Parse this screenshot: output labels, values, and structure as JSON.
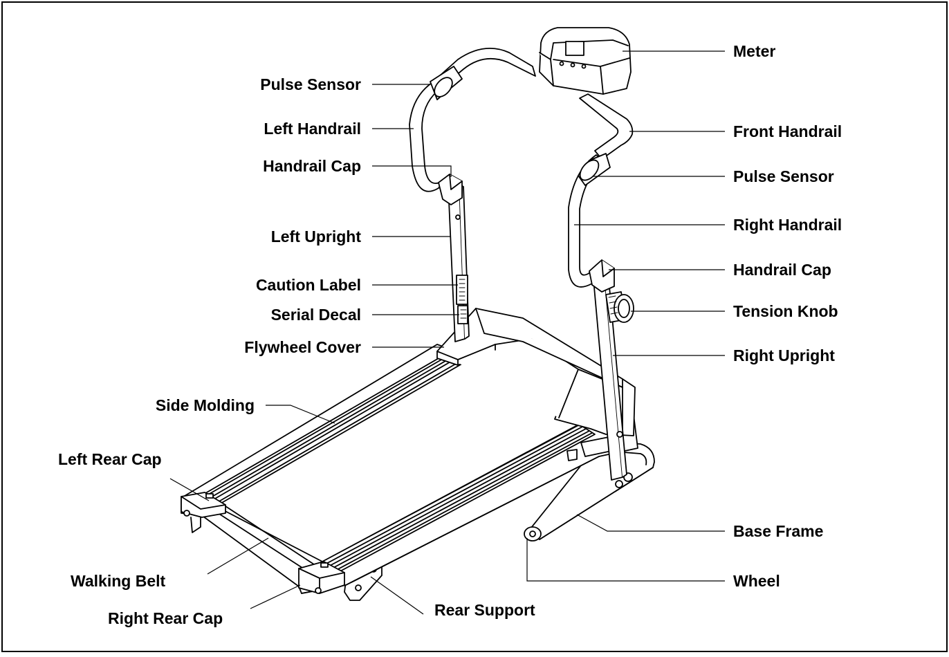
{
  "colors": {
    "line": "#000000",
    "background": "#ffffff"
  },
  "labels": {
    "pulse_sensor_left": "Pulse Sensor",
    "left_handrail": "Left Handrail",
    "handrail_cap_left": "Handrail Cap",
    "left_upright": "Left Upright",
    "caution_label": "Caution Label",
    "serial_decal": "Serial Decal",
    "flywheel_cover": "Flywheel Cover",
    "side_molding": "Side Molding",
    "left_rear_cap": "Left Rear Cap",
    "walking_belt": "Walking Belt",
    "right_rear_cap": "Right Rear Cap",
    "rear_support": "Rear Support",
    "meter": "Meter",
    "front_handrail": "Front Handrail",
    "pulse_sensor_right": "Pulse Sensor",
    "right_handrail": "Right Handrail",
    "handrail_cap_right": "Handrail Cap",
    "tension_knob": "Tension Knob",
    "right_upright": "Right Upright",
    "base_frame": "Base Frame",
    "wheel": "Wheel"
  }
}
